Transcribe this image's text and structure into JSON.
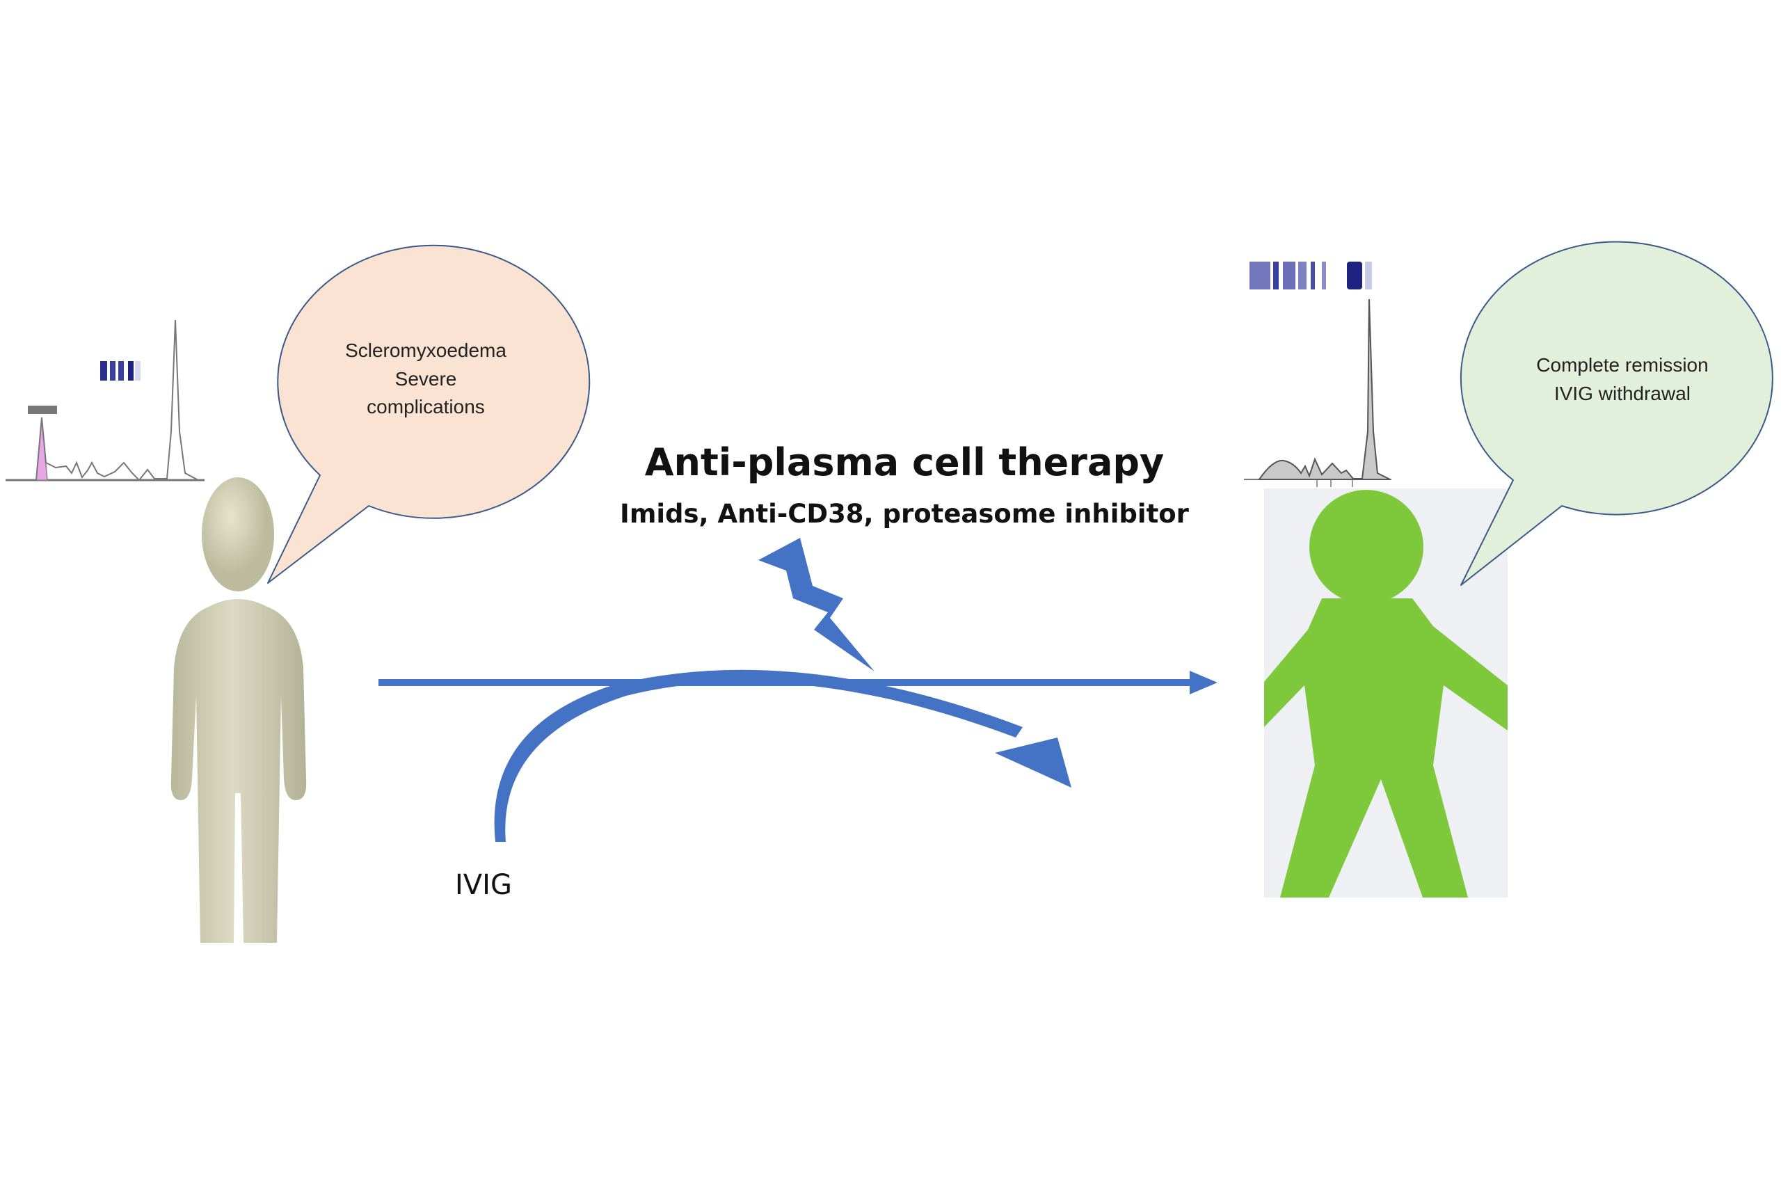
{
  "left_patient": {
    "speech_lines": [
      "Scleromyxoedema",
      "Severe",
      "complications"
    ],
    "bubble_color": "#fbe3d3",
    "figure_color": "#cfcdb2"
  },
  "right_patient": {
    "speech_lines": [
      "Complete remission",
      "IVIG withdrawal"
    ],
    "bubble_color": "#e2efda",
    "figure_color": "#7dc93b"
  },
  "therapy": {
    "title": "Anti-plasma cell therapy",
    "subtitle": "Imids, Anti-CD38, proteasome inhibitor"
  },
  "ivig_label": "IVIG",
  "arrow_color": "#4472c4"
}
